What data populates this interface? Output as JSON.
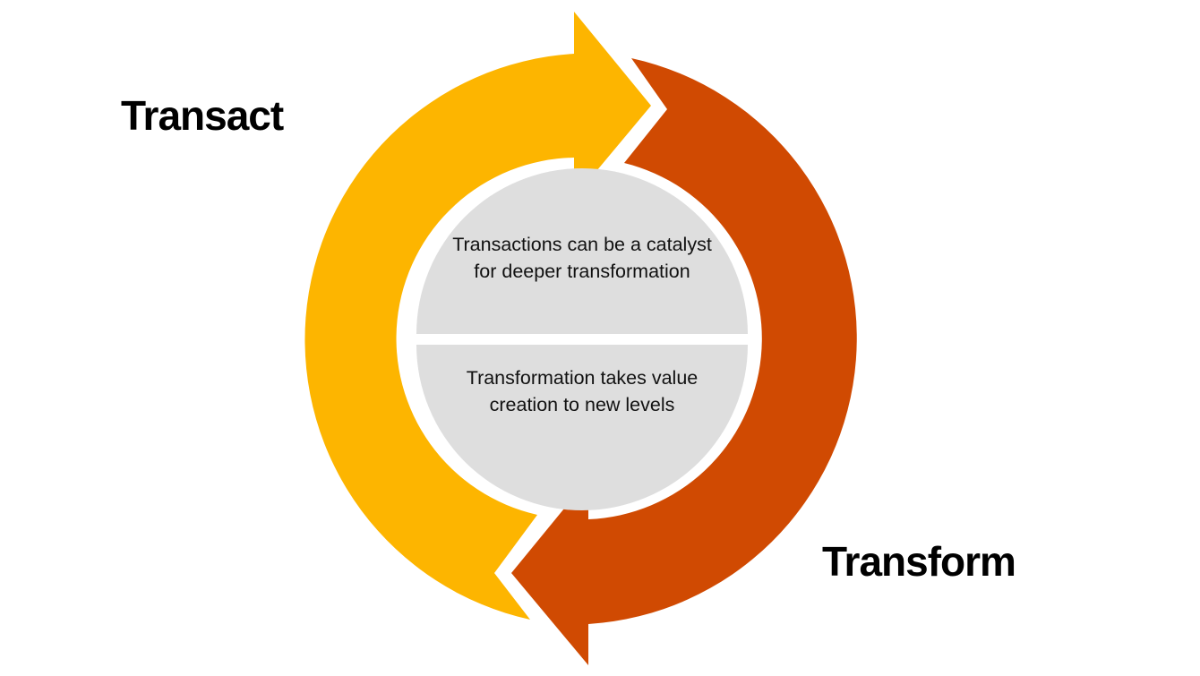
{
  "diagram": {
    "type": "cycle",
    "labels": {
      "transact": "Transact",
      "transform": "Transform"
    },
    "center": {
      "top_text": "Transactions can be a catalyst for deeper transformation",
      "bottom_text": "Transformation takes value creation to new levels"
    },
    "colors": {
      "transact_arrow": "#FDB500",
      "transform_arrow": "#D04A02",
      "center_disc": "#DEDEDE",
      "background": "#FFFFFF",
      "text": "#000000"
    }
  }
}
